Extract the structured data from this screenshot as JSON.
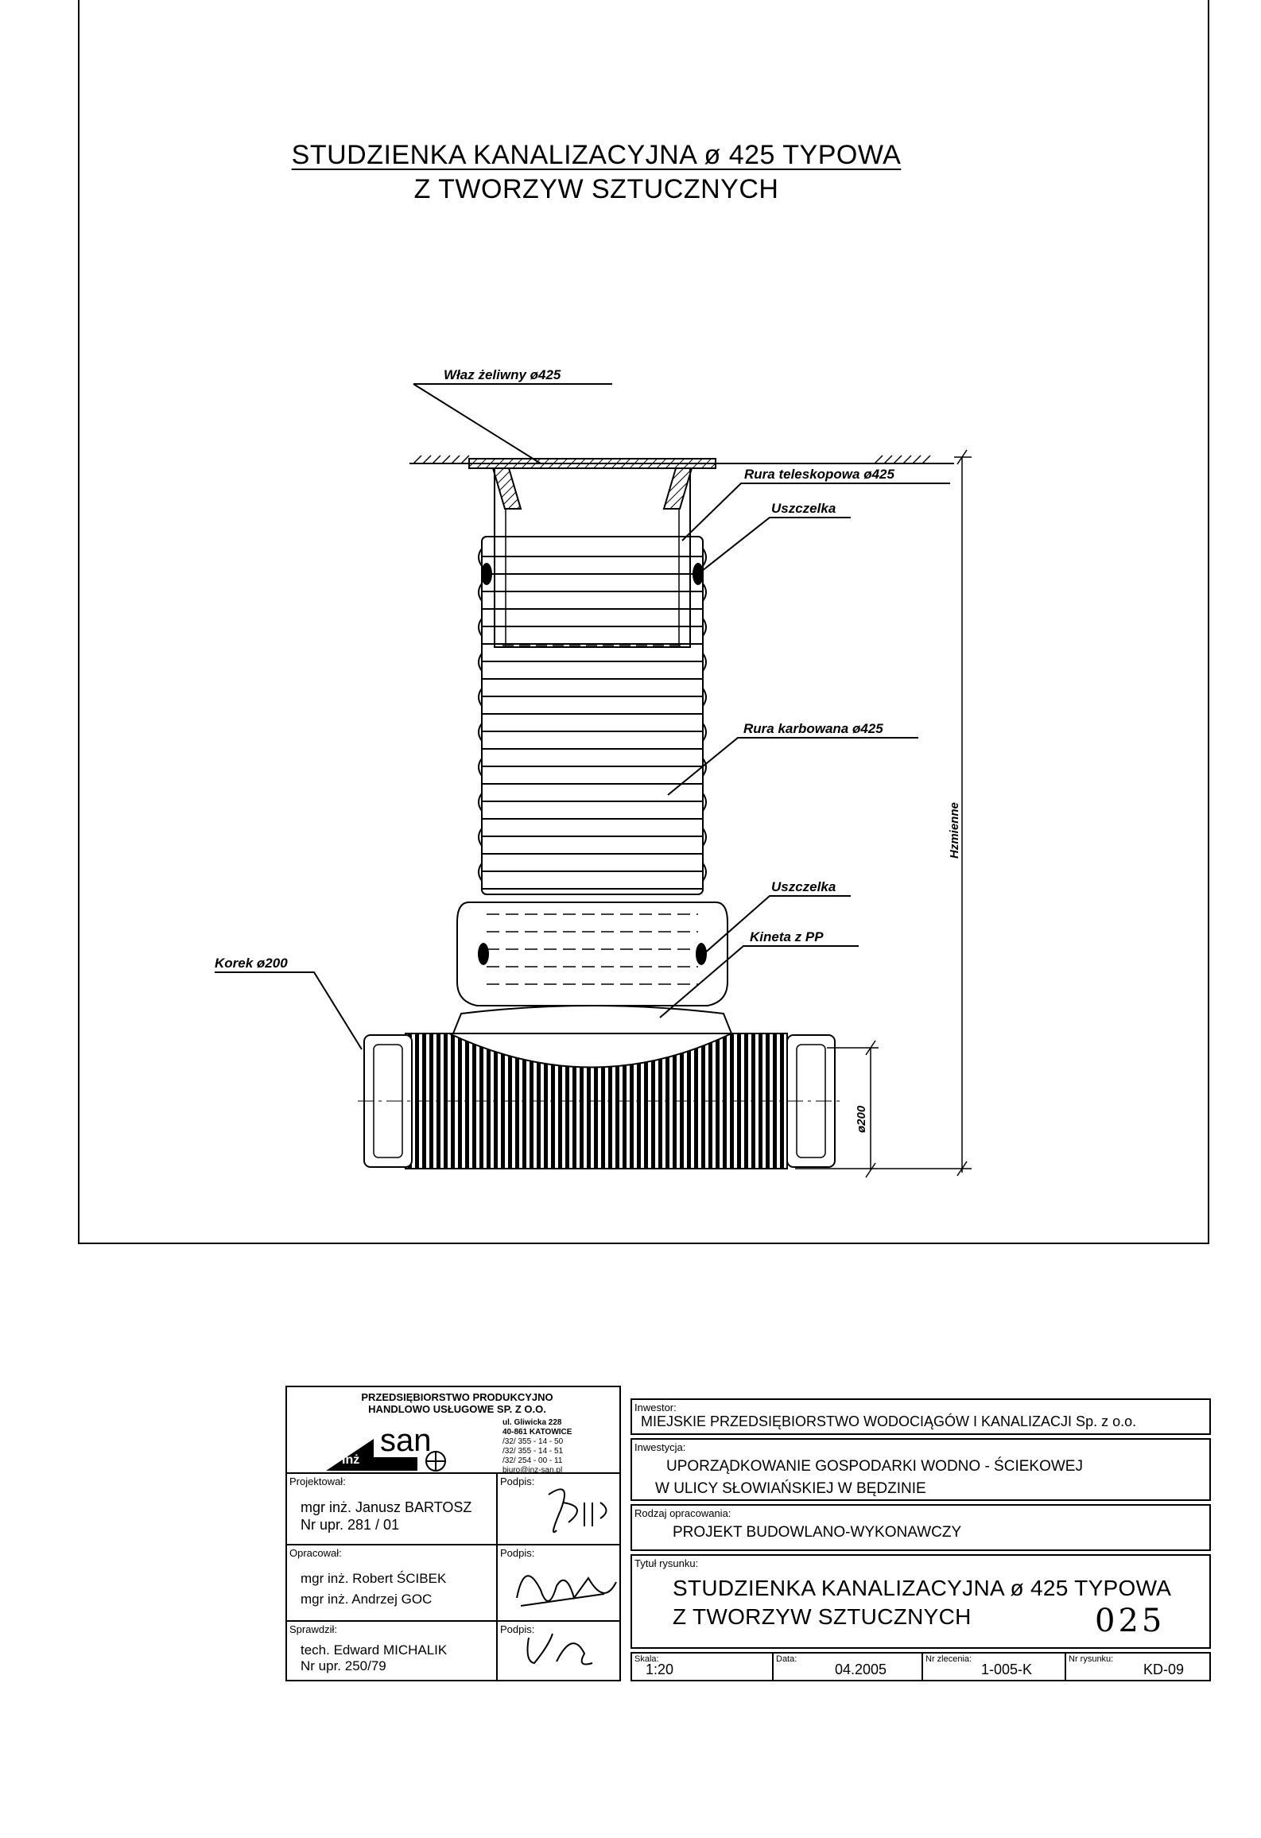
{
  "drawing": {
    "title_line1": "STUDZIENKA KANALIZACYJNA ø 425 TYPOWA",
    "title_line2": "Z TWORZYW SZTUCZNYCH",
    "callouts": {
      "cover": "Właz żeliwny ø425",
      "telescopic": "Rura teleskopowa ø425",
      "seal_top": "Uszczelka",
      "corrugated": "Rura karbowana ø425",
      "seal_bottom": "Uszczelka",
      "kineta": "Kineta z PP",
      "plug": "Korek ø200"
    },
    "dim_height": "Hzmienne",
    "dim_pipe": "ø200"
  },
  "company": {
    "line1": "PRZEDSIĘBIORSTWO PRODUKCYJNO",
    "line2": "HANDLOWO USŁUGOWE  SP. Z O.O.",
    "addr1": "ul. Gliwicka 228",
    "addr2": "40-861 KATOWICE",
    "tel1": "/32/ 355 - 14 - 50",
    "tel2": "/32/ 355 - 14 - 51",
    "fax": "/32/ 254 - 00 - 11",
    "email": "biuro@inz-san.pl",
    "logo_text": "san",
    "logo_prefix": "Inż"
  },
  "titleblock": {
    "projektowal_label": "Projektował:",
    "projektowal_name": "mgr inż. Janusz BARTOSZ",
    "projektowal_nr": "Nr upr. 281 / 01",
    "podpis_label": "Podpis:",
    "opracowal_label": "Opracował:",
    "opracowal_name1": "mgr inż. Robert ŚCIBEK",
    "opracowal_name2": "mgr inż. Andrzej GOC",
    "sprawdzil_label": "Sprawdził:",
    "sprawdzil_name": "tech. Edward MICHALIK",
    "sprawdzil_nr": "Nr upr. 250/79",
    "inwestor_label": "Inwestor:",
    "inwestor_value": "MIEJSKIE PRZEDSIĘBIORSTWO WODOCIĄGÓW I KANALIZACJI Sp. z o.o.",
    "inwestycja_label": "Inwestycja:",
    "inwestycja_line1": "UPORZĄDKOWANIE GOSPODARKI WODNO - ŚCIEKOWEJ",
    "inwestycja_line2": "W ULICY SŁOWIAŃSKIEJ W BĘDZINIE",
    "rodzaj_label": "Rodzaj opracowania:",
    "rodzaj_value": "PROJEKT BUDOWLANO-WYKONAWCZY",
    "tytul_label": "Tytuł rysunku:",
    "tytul_line1": "STUDZIENKA KANALIZACYJNA ø 425 TYPOWA",
    "tytul_line2": "Z TWORZYW SZTUCZNYCH",
    "stamp": "025",
    "skala_label": "Skala:",
    "skala_value": "1:20",
    "data_label": "Data:",
    "data_value": "04.2005",
    "zlecenia_label": "Nr zlecenia:",
    "zlecenia_value": "1-005-K",
    "rysunku_label": "Nr rysunku:",
    "rysunku_value": "KD-09"
  }
}
